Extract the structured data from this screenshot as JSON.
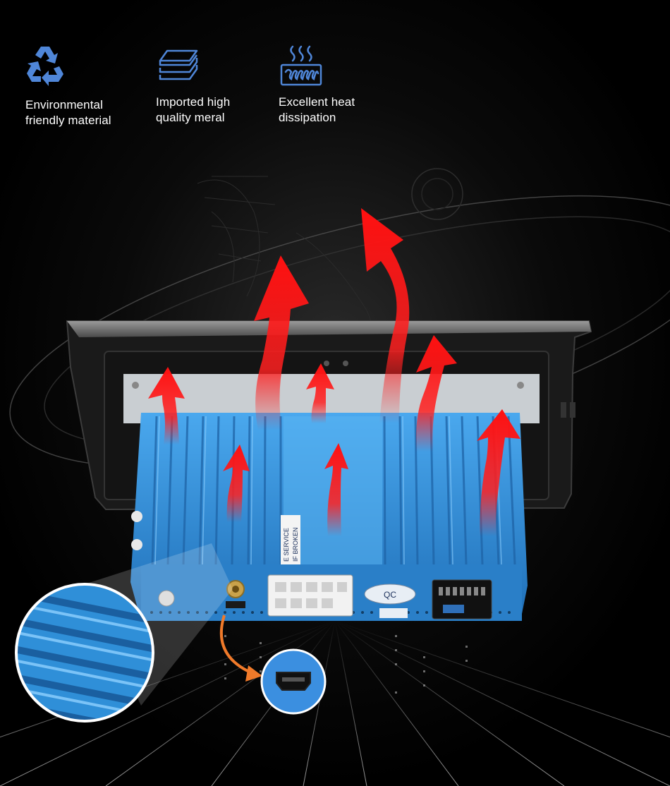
{
  "features": [
    {
      "icon": "recycle-icon",
      "line1": "Environmental",
      "line2": "friendly material"
    },
    {
      "icon": "layers-icon",
      "line1": "Imported high",
      "line2": "quality meral"
    },
    {
      "icon": "heat-dissipation-icon",
      "line1": "Excellent heat",
      "line2": "dissipation"
    }
  ],
  "device": {
    "sticker_line1": "E SERVICE",
    "sticker_line2": "IF BROKEN",
    "qc_label": "QC",
    "port_label": "HDMI port",
    "port_icon": "hdmi-port-icon"
  },
  "colors": {
    "background": "#000000",
    "feature_icon": "#4f86d8",
    "heatsink": "#2f8fd8",
    "heat_arrow": "#ff1a1a",
    "callout_arrow": "#f07a2a"
  }
}
